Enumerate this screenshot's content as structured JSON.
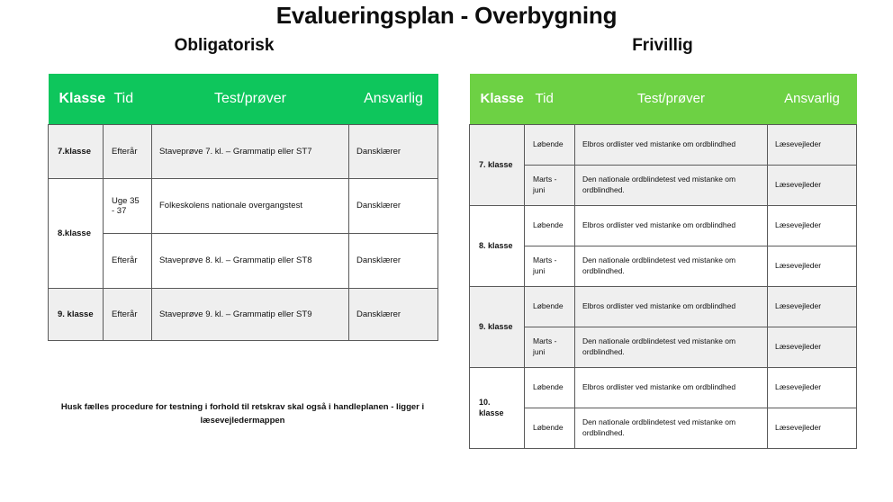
{
  "document": {
    "title": "Evalueringsplan - Overbygning"
  },
  "colors": {
    "header_green_left": "#0ec65c",
    "header_green_right": "#6dd144",
    "row_shade": "#efefef",
    "row_plain": "#ffffff",
    "border": "#5a5a5a",
    "text": "#111111"
  },
  "sections": {
    "left": {
      "subtitle": "Obligatorisk",
      "columns": [
        "Klasse",
        "Tid",
        "Test/prøver",
        "Ansvarlig"
      ],
      "groups": [
        {
          "klasse": "7.klasse",
          "shaded": true,
          "rows": [
            {
              "tid": "Efterår",
              "test": "Staveprøve 7. kl. – Grammatip eller ST7",
              "ansvarlig": "Dansklærer"
            }
          ]
        },
        {
          "klasse": "8.klasse",
          "shaded": false,
          "rows": [
            {
              "tid": "Uge 35 - 37",
              "test": "Folkeskolens nationale overgangstest",
              "ansvarlig": "Dansklærer"
            },
            {
              "tid": "Efterår",
              "test": "Staveprøve 8. kl. – Grammatip eller ST8",
              "ansvarlig": "Dansklærer"
            }
          ]
        },
        {
          "klasse": "9. klasse",
          "shaded": true,
          "rows": [
            {
              "tid": "Efterår",
              "test": "Staveprøve 9. kl. – Grammatip eller ST9",
              "ansvarlig": "Dansklærer"
            }
          ]
        }
      ],
      "footnote": "Husk fælles procedure for testning i forhold til retskrav skal også i handleplanen - ligger i læsevejledermappen"
    },
    "right": {
      "subtitle": "Frivillig",
      "columns": [
        "Klasse",
        "Tid",
        "Test/prøver",
        "Ansvarlig"
      ],
      "groups": [
        {
          "klasse": "7. klasse",
          "shaded": true,
          "rows": [
            {
              "tid": "Løbende",
              "test": "Elbros ordlister ved mistanke om ordblindhed",
              "ansvarlig": "Læsevejleder"
            },
            {
              "tid": "Marts - juni",
              "test": "Den nationale ordblindetest ved mistanke om ordblindhed.",
              "ansvarlig": "Læsevejleder"
            }
          ]
        },
        {
          "klasse": "8. klasse",
          "shaded": false,
          "rows": [
            {
              "tid": "Løbende",
              "test": "Elbros ordlister ved mistanke om ordblindhed",
              "ansvarlig": "Læsevejleder"
            },
            {
              "tid": "Marts - juni",
              "test": "Den nationale ordblindetest ved mistanke om ordblindhed.",
              "ansvarlig": "Læsevejleder"
            }
          ]
        },
        {
          "klasse": "9. klasse",
          "shaded": true,
          "rows": [
            {
              "tid": "Løbende",
              "test": "Elbros ordlister ved mistanke om ordblindhed",
              "ansvarlig": "Læsevejleder"
            },
            {
              "tid": "Marts - juni",
              "test": "Den nationale ordblindetest ved mistanke om ordblindhed.",
              "ansvarlig": "Læsevejleder"
            }
          ]
        },
        {
          "klasse": "10. klasse",
          "shaded": false,
          "rows": [
            {
              "tid": "Løbende",
              "test": "Elbros ordlister ved mistanke om ordblindhed",
              "ansvarlig": "Læsevejleder"
            },
            {
              "tid": "Løbende",
              "test": "Den nationale ordblindetest ved mistanke om ordblindhed.",
              "ansvarlig": "Læsevejleder"
            }
          ]
        }
      ]
    }
  }
}
